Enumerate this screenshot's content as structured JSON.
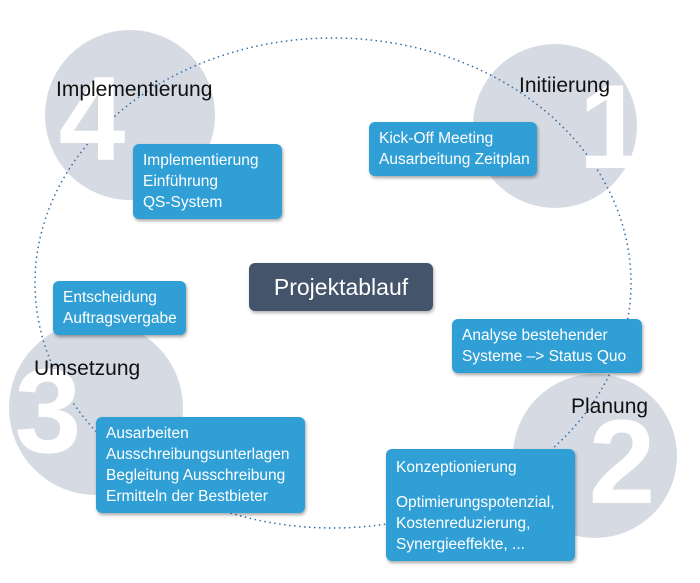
{
  "colors": {
    "box": "#2f9fd6",
    "center": "#44546a",
    "circle": "#d5dae3",
    "numeral": "#ffffff",
    "ring": "#2f6fa8"
  },
  "center_label": "Projektablauf",
  "phases": [
    {
      "numeral": "1",
      "title": "Initiierung",
      "boxes": [
        {
          "lines": [
            "Kick-Off Meeting",
            "Ausarbeitung Zeitplan"
          ]
        }
      ]
    },
    {
      "numeral": "2",
      "title": "Planung",
      "boxes": [
        {
          "lines": [
            "Analyse bestehender",
            "Systeme –> Status Quo"
          ]
        },
        {
          "lines": [
            "Konzeptionierung",
            "",
            "Optimierungspotenzial,",
            "Kostenreduzierung,",
            "Synergieeffekte, ..."
          ]
        }
      ]
    },
    {
      "numeral": "3",
      "title": "Umsetzung",
      "boxes": [
        {
          "lines": [
            "Entscheidung",
            "Auftragsvergabe"
          ]
        },
        {
          "lines": [
            "Ausarbeiten",
            "Ausschreibungsunterlagen",
            "Begleitung Ausschreibung",
            "Ermitteln der Bestbieter"
          ]
        }
      ]
    },
    {
      "numeral": "4",
      "title": "Implementierung",
      "boxes": [
        {
          "lines": [
            "Implementierung",
            "Einführung",
            "QS-System"
          ]
        }
      ]
    }
  ]
}
